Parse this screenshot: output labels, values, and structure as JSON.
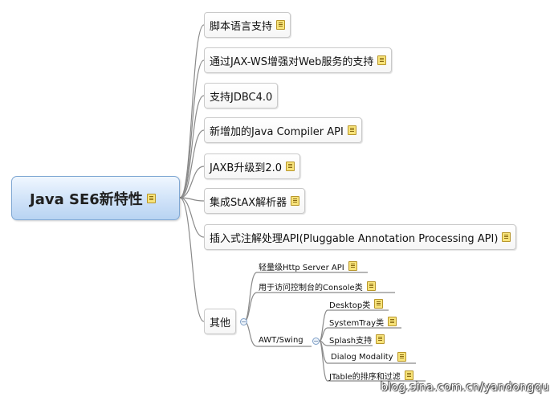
{
  "central_topic": "Java SE6新特性",
  "topics": [
    "脚本语言支持",
    "通过JAX-WS增强对Web服务的支持",
    "支持JDBC4.0",
    "新增加的Java Compiler API",
    "JAXB升级到2.0",
    "集成StAX解析器",
    "插入式注解处理API(Pluggable Annotation Processing API)",
    "其他"
  ],
  "other_children": [
    "轻量级Http Server API",
    "用于访问控制台的Console类",
    "AWT/Swing"
  ],
  "awt_swing_children": [
    "Desktop类",
    "SystemTray类",
    "Splash支持",
    "Dialog Modality",
    "JTable的排序和过滤"
  ],
  "watermark": "blog.sina.com.cn/yandongqu",
  "colors": {
    "central_fill": "#cfe2f8",
    "central_border": "#7fa7d3",
    "connector": "#8a8a8a",
    "note_icon": "#f7e37a"
  },
  "icons": {
    "note": "note-icon",
    "collapse": "collapse-toggle-icon"
  }
}
